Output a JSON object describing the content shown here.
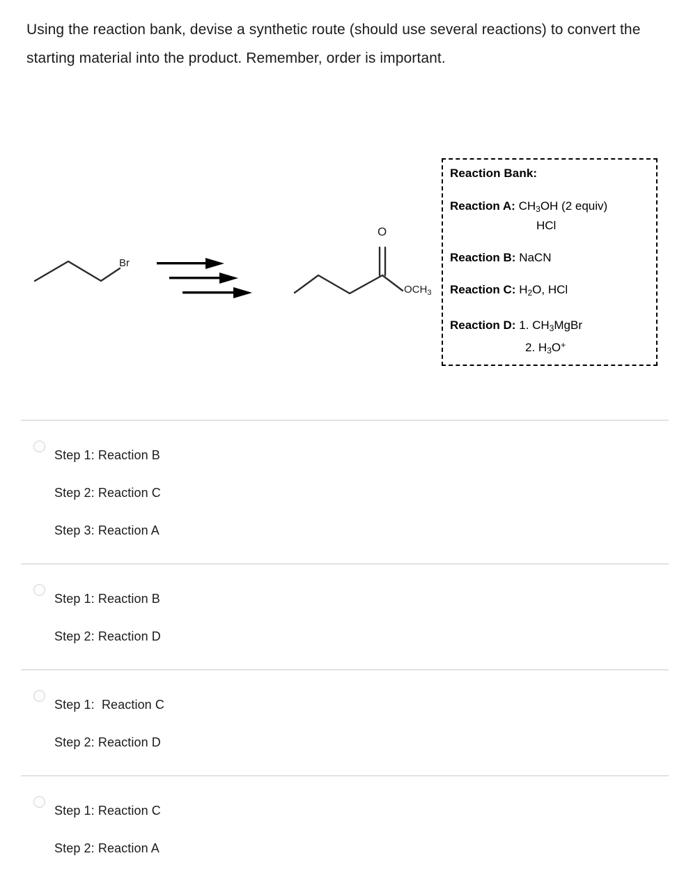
{
  "prompt": {
    "text": "Using the reaction bank, devise a synthetic route (should use several reactions) to convert the starting material into the product.  Remember, order is important."
  },
  "scheme": {
    "starting_material": {
      "name": "1-bromopropane-skeletal",
      "label": "Br"
    },
    "arrows": {
      "name": "multi-step-arrows",
      "count": 3
    },
    "product": {
      "name": "methyl-butanoate-skeletal",
      "carbonyl_label": "O",
      "ester_label": "OCH",
      "ester_sub": "3"
    }
  },
  "reaction_bank": {
    "title": "Reaction Bank:",
    "reactions": [
      {
        "label": "Reaction A:",
        "value_pre": "CH",
        "value_sub": "3",
        "value_post": "OH (2 equiv)",
        "continuation": "HCl"
      },
      {
        "label": "Reaction B:",
        "value": "NaCN"
      },
      {
        "label": "Reaction C:",
        "value_pre": "H",
        "value_sub": "2",
        "value_post": "O, HCl"
      },
      {
        "label": "Reaction D:",
        "value_pre": "1.  CH",
        "value_sub": "3",
        "value_post": "MgBr",
        "cont_pre": "2.  H",
        "cont_sub": "3",
        "cont_post": "O",
        "cont_sup": "+"
      }
    ]
  },
  "options": [
    {
      "name": "option-1",
      "steps": [
        "Step 1: Reaction B",
        "Step 2: Reaction C",
        "Step 3: Reaction A"
      ]
    },
    {
      "name": "option-2",
      "steps": [
        "Step 1: Reaction B",
        "Step 2: Reaction D"
      ]
    },
    {
      "name": "option-3",
      "steps": [
        "Step 1:  Reaction C",
        "Step 2: Reaction D"
      ]
    },
    {
      "name": "option-4",
      "steps": [
        "Step 1: Reaction C",
        "Step 2: Reaction A"
      ]
    }
  ],
  "colors": {
    "text": "#1b1b1b",
    "divider": "#e3e3e3",
    "radio_border": "#d8d8d8",
    "bank_border": "#000000"
  }
}
